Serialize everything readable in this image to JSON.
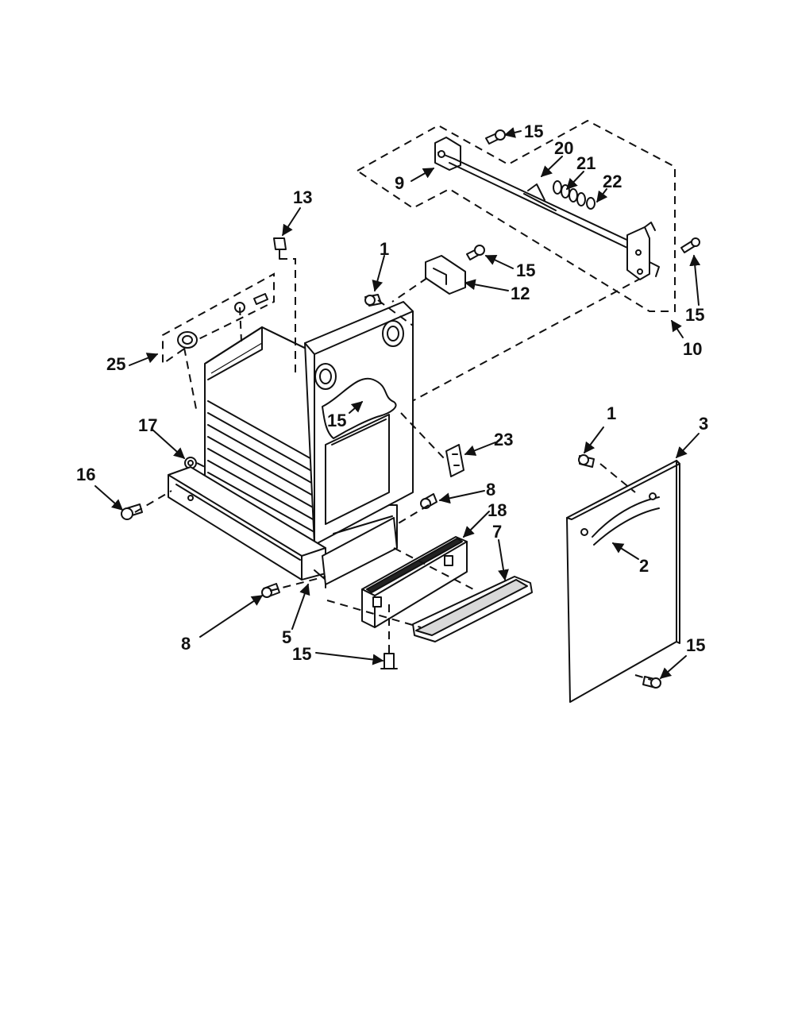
{
  "diagram": {
    "callouts": {
      "c1_top": "1",
      "c1_right": "1",
      "c2": "2",
      "c3": "3",
      "c5": "5",
      "c7": "7",
      "c8_right": "8",
      "c8_left": "8",
      "c9": "9",
      "c10": "10",
      "c12": "12",
      "c13": "13",
      "c15_top": "15",
      "c15_upper": "15",
      "c15_side": "15",
      "c15_mid": "15",
      "c15_bottom": "15",
      "c15_door": "15",
      "c16": "16",
      "c17": "17",
      "c18": "18",
      "c20": "20",
      "c21": "21",
      "c22": "22",
      "c23": "23",
      "c25": "25"
    }
  }
}
